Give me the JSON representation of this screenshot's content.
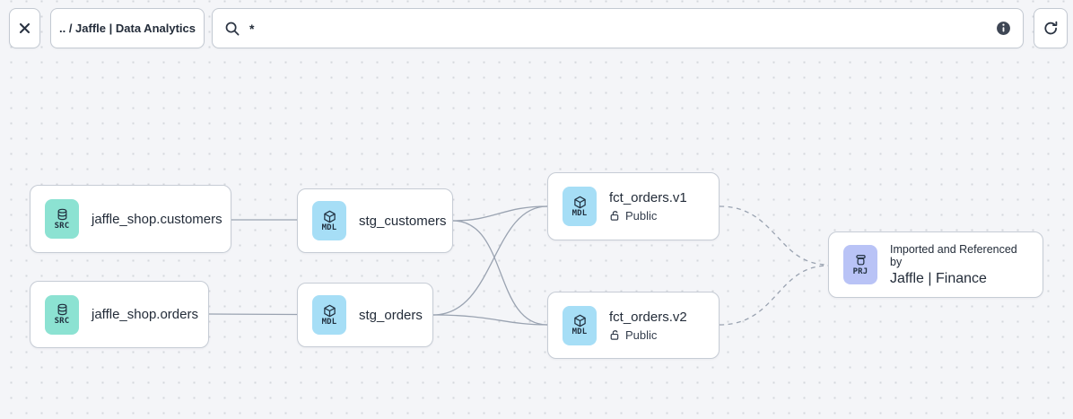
{
  "toolbar": {
    "breadcrumb": ".. / Jaffle | Data Analytics",
    "search": {
      "value": "*",
      "placeholder": ""
    },
    "icons": [
      "close-icon",
      "search-icon",
      "info-icon",
      "refresh-icon"
    ]
  },
  "graph": {
    "nodes": [
      {
        "id": "src-customers",
        "badge": "SRC",
        "icon": "database-icon",
        "label": "jaffle_shop.customers"
      },
      {
        "id": "src-orders",
        "badge": "SRC",
        "icon": "database-icon",
        "label": "jaffle_shop.orders"
      },
      {
        "id": "stg-customers",
        "badge": "MDL",
        "icon": "package-icon",
        "label": "stg_customers"
      },
      {
        "id": "stg-orders",
        "badge": "MDL",
        "icon": "package-icon",
        "label": "stg_orders"
      },
      {
        "id": "fct-orders-v1",
        "badge": "MDL",
        "icon": "package-icon",
        "label": "fct_orders.v1",
        "access": "Public",
        "access_icon": "unlock-icon"
      },
      {
        "id": "fct-orders-v2",
        "badge": "MDL",
        "icon": "package-icon",
        "label": "fct_orders.v2",
        "access": "Public",
        "access_icon": "unlock-icon"
      },
      {
        "id": "prj-finance",
        "badge": "PRJ",
        "icon": "archive-icon",
        "title": "Imported and Referenced by",
        "label": "Jaffle | Finance"
      }
    ],
    "edges": [
      {
        "from": "jaffle_shop.customers",
        "to": "stg_customers",
        "style": "solid"
      },
      {
        "from": "jaffle_shop.orders",
        "to": "stg_orders",
        "style": "solid"
      },
      {
        "from": "stg_customers",
        "to": "fct_orders.v1",
        "style": "solid"
      },
      {
        "from": "stg_customers",
        "to": "fct_orders.v2",
        "style": "solid"
      },
      {
        "from": "stg_orders",
        "to": "fct_orders.v1",
        "style": "solid"
      },
      {
        "from": "stg_orders",
        "to": "fct_orders.v2",
        "style": "solid"
      },
      {
        "from": "fct_orders.v1",
        "to": "Jaffle | Finance",
        "style": "dashed"
      },
      {
        "from": "fct_orders.v2",
        "to": "Jaffle | Finance",
        "style": "dashed"
      }
    ]
  },
  "colors": {
    "canvas_bg": "#f4f5f8",
    "dot_grid": "#d4d7dd",
    "node_border": "#c6ccd5",
    "edge": "#9aa3b1",
    "src_tile": "#8ce2d2",
    "mdl_tile": "#a6def6",
    "prj_tile": "#b9c3f6",
    "text": "#232c39",
    "info_badge": "#3e4654"
  }
}
